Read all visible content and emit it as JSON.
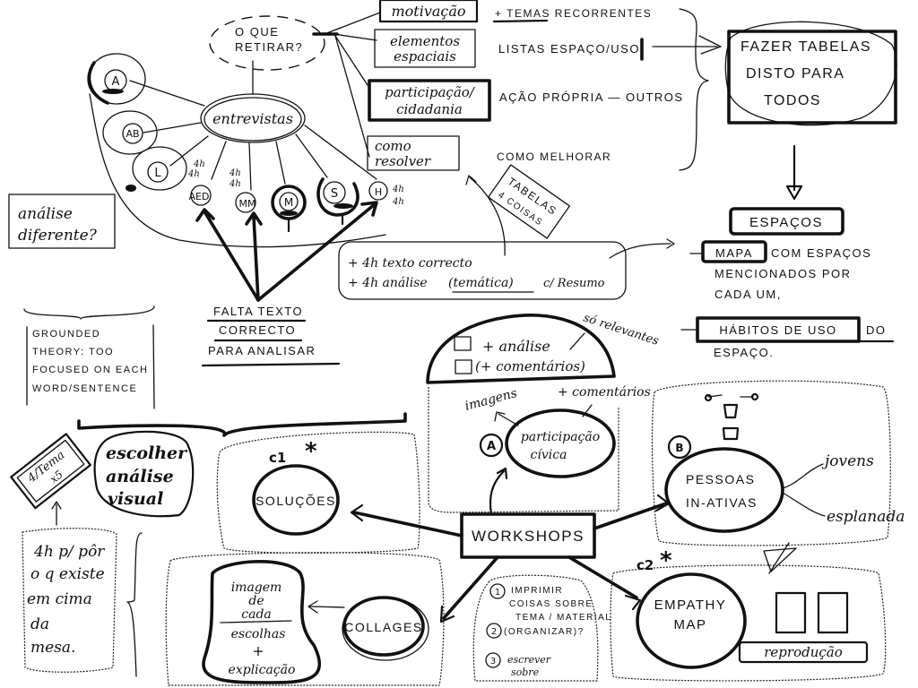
{
  "top_question": [
    "O QUE",
    "RETIRAR?"
  ],
  "central_node": "entrevistas",
  "interview_nodes": [
    {
      "label": "A"
    },
    {
      "label": "AB"
    },
    {
      "label": "L"
    },
    {
      "label": "AED",
      "hours": [
        "4h",
        "4h"
      ]
    },
    {
      "label": "MM",
      "hours": [
        "4h",
        "4h"
      ]
    },
    {
      "label": "M"
    },
    {
      "label": "S"
    },
    {
      "label": "H",
      "hours": [
        "4h",
        "4h"
      ]
    }
  ],
  "categories": [
    {
      "box": "motivação",
      "note": "+ TEMAS RECORRENTES"
    },
    {
      "box": [
        "elementos",
        "espaciais"
      ],
      "note": "LISTAS ESPAÇO/USO"
    },
    {
      "box": [
        "participação/",
        "cidadania"
      ],
      "note": "AÇÃO PRÓPRIA — OUTROS"
    },
    {
      "box": [
        "como",
        "resolver"
      ],
      "note": "COMO MELHORAR"
    }
  ],
  "tables_box": [
    "FAZER TABELAS",
    "DISTO PARA",
    "TODOS"
  ],
  "tabelas_tag": [
    "TABELAS",
    "4 COISAS"
  ],
  "analysis_note": [
    "+ 4h texto correcto",
    "+ 4h análise",
    "(temática)",
    "c/ Resumo"
  ],
  "analise_diferente": [
    "análise",
    "diferente?"
  ],
  "grounded_theory": [
    "GROUNDED",
    "THEORY: TOO",
    "FOCUSED ON EACH",
    "WORD/SENTENCE"
  ],
  "falta_texto": [
    "FALTA TEXTO",
    "CORRECTO",
    "PARA ANALISAR"
  ],
  "espacos": {
    "title": "ESPAÇOS",
    "item1_box": "MAPA",
    "item1_rest": [
      "COM ESPAÇOS",
      "MENCIONADOS POR",
      "CADA UM,"
    ],
    "item2_box": "HÁBITOS DE USO",
    "item2_rest": [
      "DO",
      "ESPAÇO."
    ]
  },
  "dome": {
    "line1": "+ análise",
    "line2": "(+ comentários)",
    "side_note": "só relevantes"
  },
  "section_a": {
    "badge": "A",
    "node": [
      "participação",
      "cívica"
    ],
    "imagens": "imagens",
    "comentarios": "+ comentários"
  },
  "section_b": {
    "badge": "B",
    "node": [
      "PESSOAS",
      "IN-ATIVAS"
    ],
    "branches": [
      "jovens",
      "esplanada"
    ]
  },
  "workshops": "WORKSHOPS",
  "c1": {
    "label": "c1",
    "star": "*",
    "node": "SOLUÇÕES"
  },
  "c2": {
    "label": "c2",
    "star": "*",
    "node": [
      "EMPATHY",
      "MAP"
    ],
    "tag": "reprodução"
  },
  "escolher": [
    "escolher",
    "análise",
    "visual"
  ],
  "tema_tag": [
    "4/Tema",
    "x5"
  ],
  "mesa_note": [
    "4h p/ pôr",
    "o q existe",
    "em cima",
    "da",
    "mesa."
  ],
  "collages": {
    "node": "COLLAGES",
    "vase_top": [
      "imagem",
      "de",
      "cada"
    ],
    "vase_bottom": [
      "escolhas",
      "+",
      "explicação"
    ]
  },
  "steps": [
    {
      "num": "1",
      "text": [
        "IMPRIMIR",
        "COISAS SOBRE",
        "TEMA / MATERIAL"
      ]
    },
    {
      "num": "2",
      "text": [
        "(ORGANIZAR)?"
      ]
    },
    {
      "num": "3",
      "text": [
        "escrever",
        "sobre"
      ]
    }
  ]
}
